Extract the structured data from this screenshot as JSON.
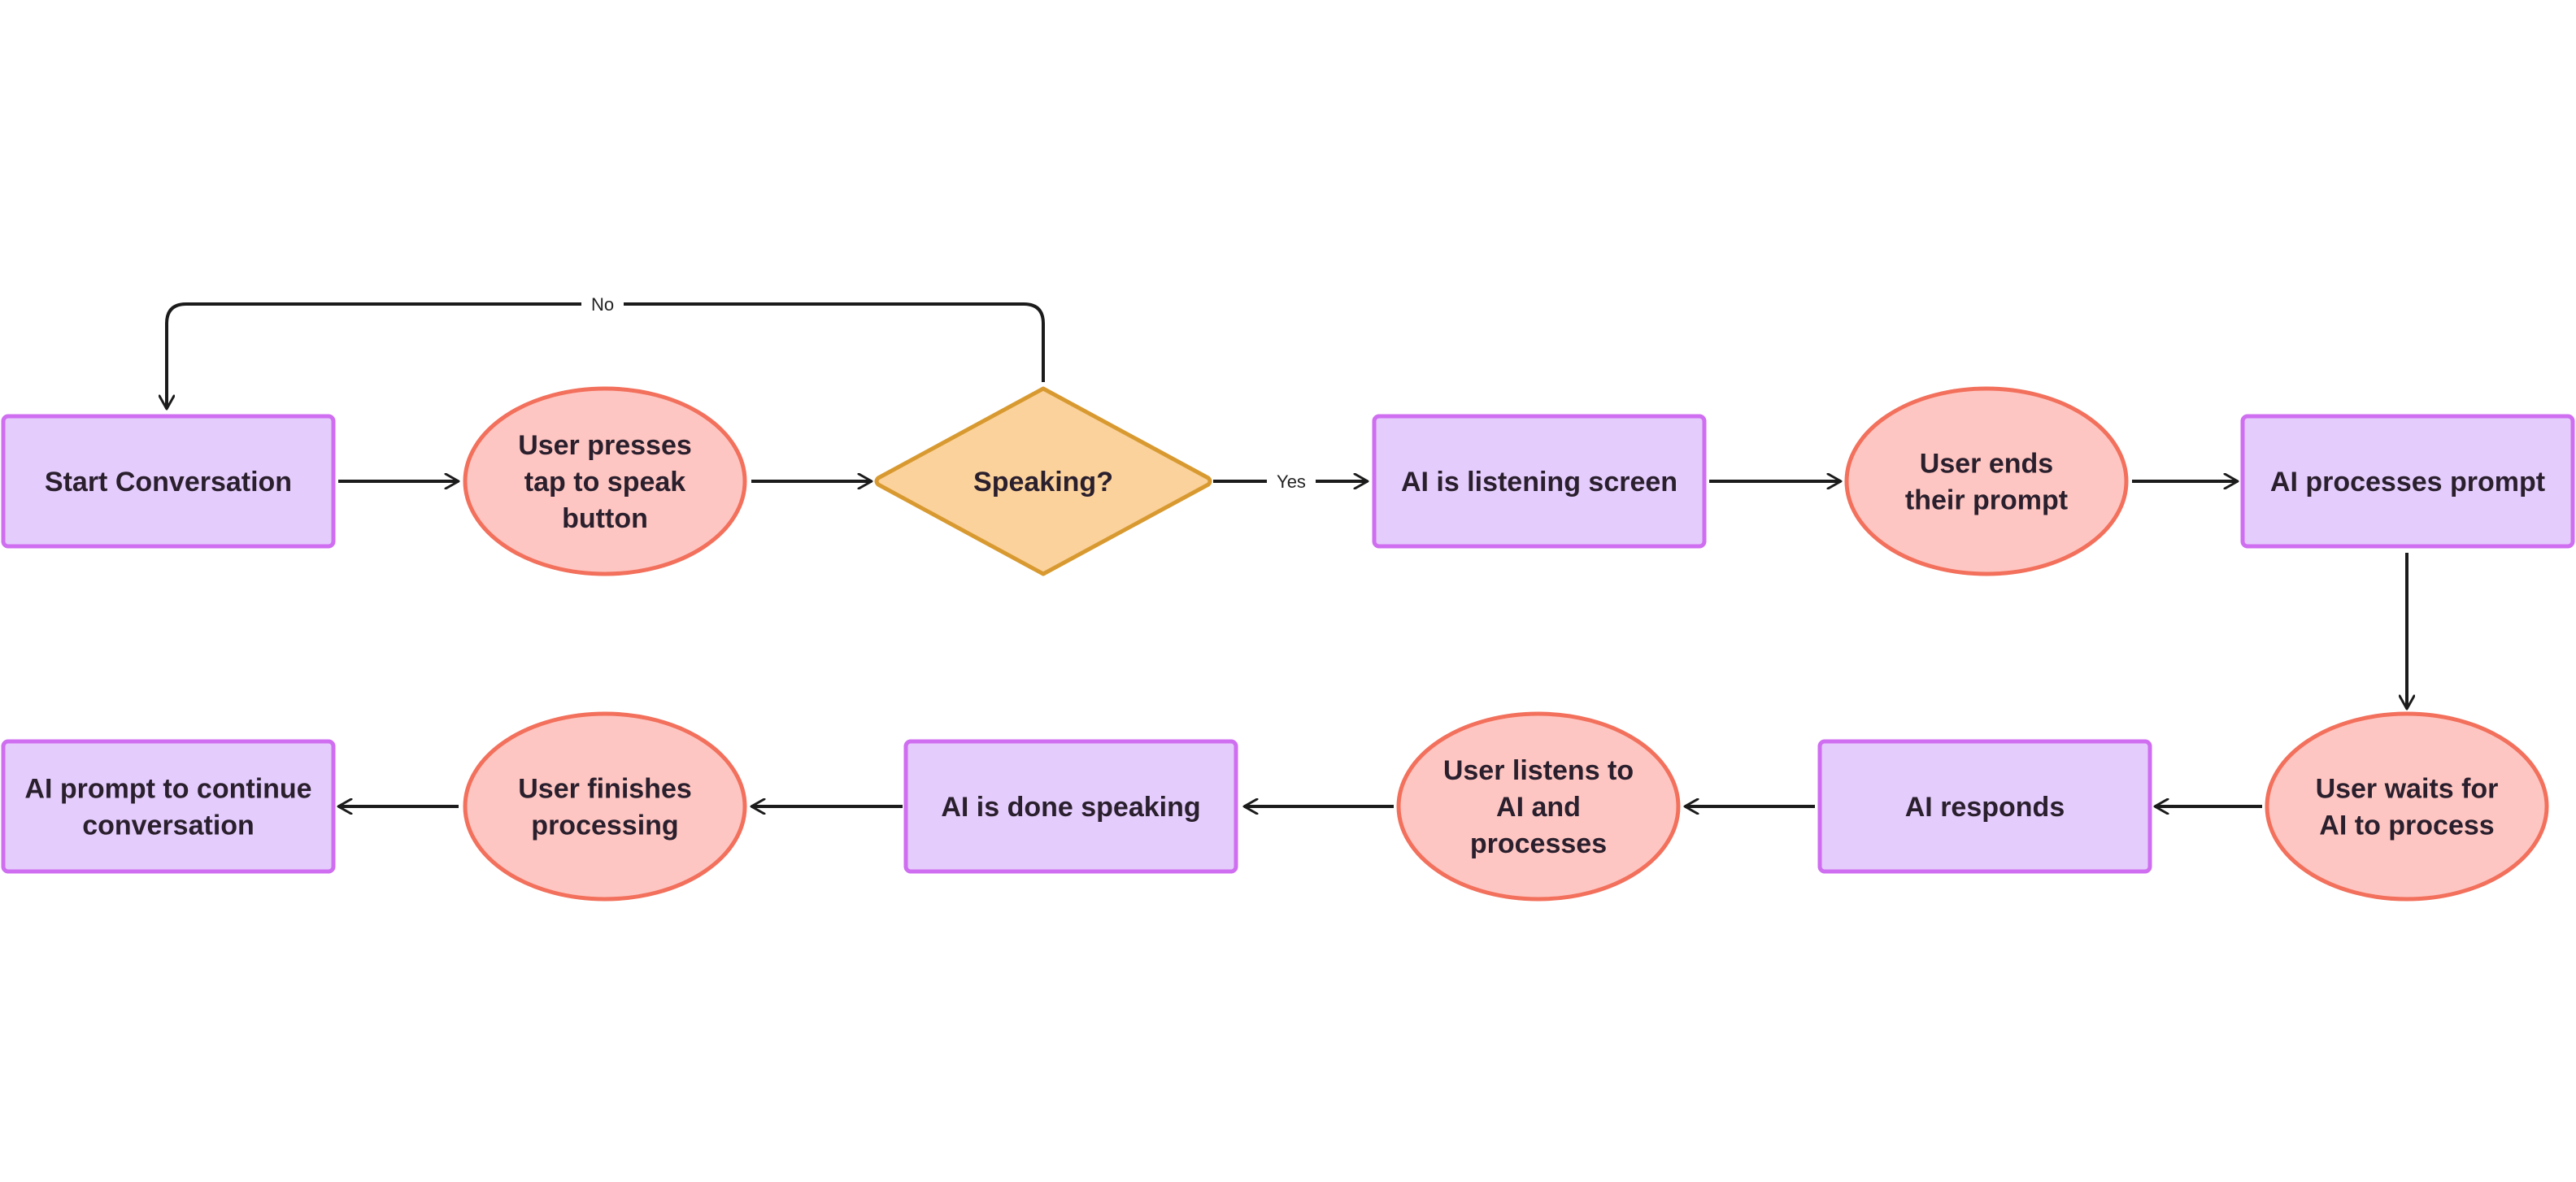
{
  "colors": {
    "process_fill": "#e4ccfc",
    "process_stroke": "#cf6ef0",
    "terminal_fill": "#fec6c2",
    "terminal_stroke": "#f2705c",
    "decision_fill": "#fbd29c",
    "decision_stroke": "#d89a30",
    "edge": "#1b1b1b"
  },
  "nodes": {
    "start": {
      "label": [
        "Start Conversation"
      ]
    },
    "tap": {
      "label": [
        "User presses",
        "tap to speak",
        "button"
      ]
    },
    "speaking": {
      "label": [
        "Speaking?"
      ]
    },
    "listening": {
      "label": [
        "AI is listening screen"
      ]
    },
    "ends": {
      "label": [
        "User ends",
        "their prompt"
      ]
    },
    "processes": {
      "label": [
        "AI processes prompt"
      ]
    },
    "waits": {
      "label": [
        "User waits for",
        "AI to process"
      ]
    },
    "responds": {
      "label": [
        "AI responds"
      ]
    },
    "listens": {
      "label": [
        "User listens to",
        "AI and",
        "processes"
      ]
    },
    "done": {
      "label": [
        "AI is done speaking"
      ]
    },
    "finishes": {
      "label": [
        "User finishes",
        "processing"
      ]
    },
    "continue": {
      "label": [
        "AI prompt to continue",
        "conversation"
      ]
    }
  },
  "edge_labels": {
    "no": "No",
    "yes": "Yes"
  }
}
